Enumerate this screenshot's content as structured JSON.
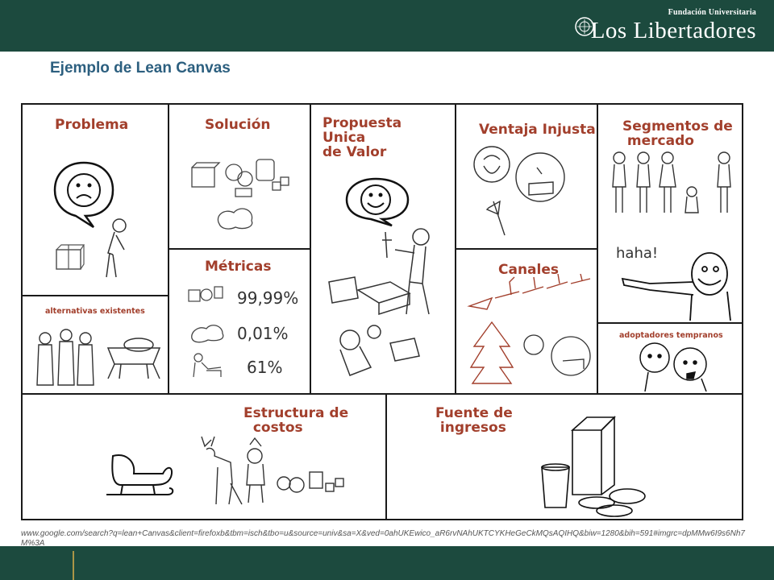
{
  "header": {
    "org_small": "Fundación Universitaria",
    "org_name": "Los Libertadores",
    "slide_title": "Ejemplo de Lean Canvas"
  },
  "canvas": {
    "problema": "Problema",
    "alternativas": "alternativas existentes",
    "solucion": "Solución",
    "metricas": "Métricas",
    "metric_values": [
      "99,99%",
      "0,01%",
      "61%"
    ],
    "propuesta": "Propuesta\nUnica\nde Valor",
    "ventaja": "Ventaja Injusta",
    "canales": "Canales",
    "segmentos": "Segmentos de\n mercado",
    "speech": "haha!",
    "adoptadores": "adoptadores tempranos",
    "estructura": "Estructura de\n  costos",
    "fuente": "Fuente de\n ingresos"
  },
  "source_url": "www.google.com/search?q=lean+Canvas&client=firefoxb&tbm=isch&tbo=u&source=univ&sa=X&ved=0ahUKEwico_aR6rvNAhUKTCYKHeGeCkMQsAQIHQ&biw=1280&bih=591#imgrc=dpMMw6I9s6Nh7M%3A",
  "colors": {
    "header_bg": "#1c4a3e",
    "title": "#2c5f7f",
    "canvas_heading": "#a23f2c"
  }
}
